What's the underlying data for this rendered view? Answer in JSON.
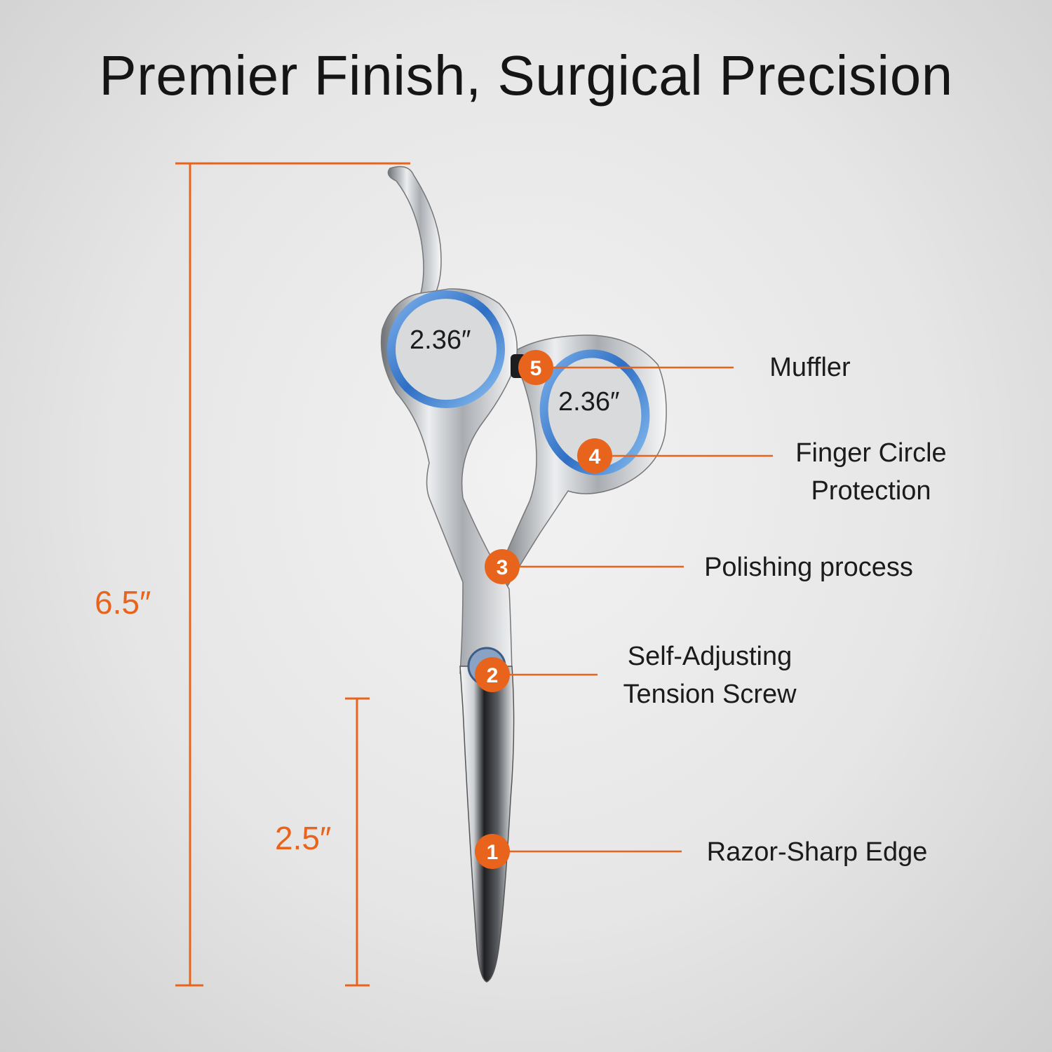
{
  "title": "Premier Finish, Surgical Precision",
  "dimensions": {
    "overall_length": "6.5″",
    "blade_length": "2.5″",
    "ring_left": "2.36″",
    "ring_right": "2.36″"
  },
  "callouts": [
    {
      "number": "1",
      "label_lines": [
        "Razor-Sharp Edge"
      ]
    },
    {
      "number": "2",
      "label_lines": [
        "Self-Adjusting",
        "Tension Screw"
      ]
    },
    {
      "number": "3",
      "label_lines": [
        "Polishing process"
      ]
    },
    {
      "number": "4",
      "label_lines": [
        "Finger Circle",
        "Protection"
      ]
    },
    {
      "number": "5",
      "label_lines": [
        "Muffler"
      ]
    }
  ],
  "colors": {
    "accent": "#e8641c",
    "ring_blue": "#3d7fd1",
    "steel": "#b9bcc0"
  }
}
